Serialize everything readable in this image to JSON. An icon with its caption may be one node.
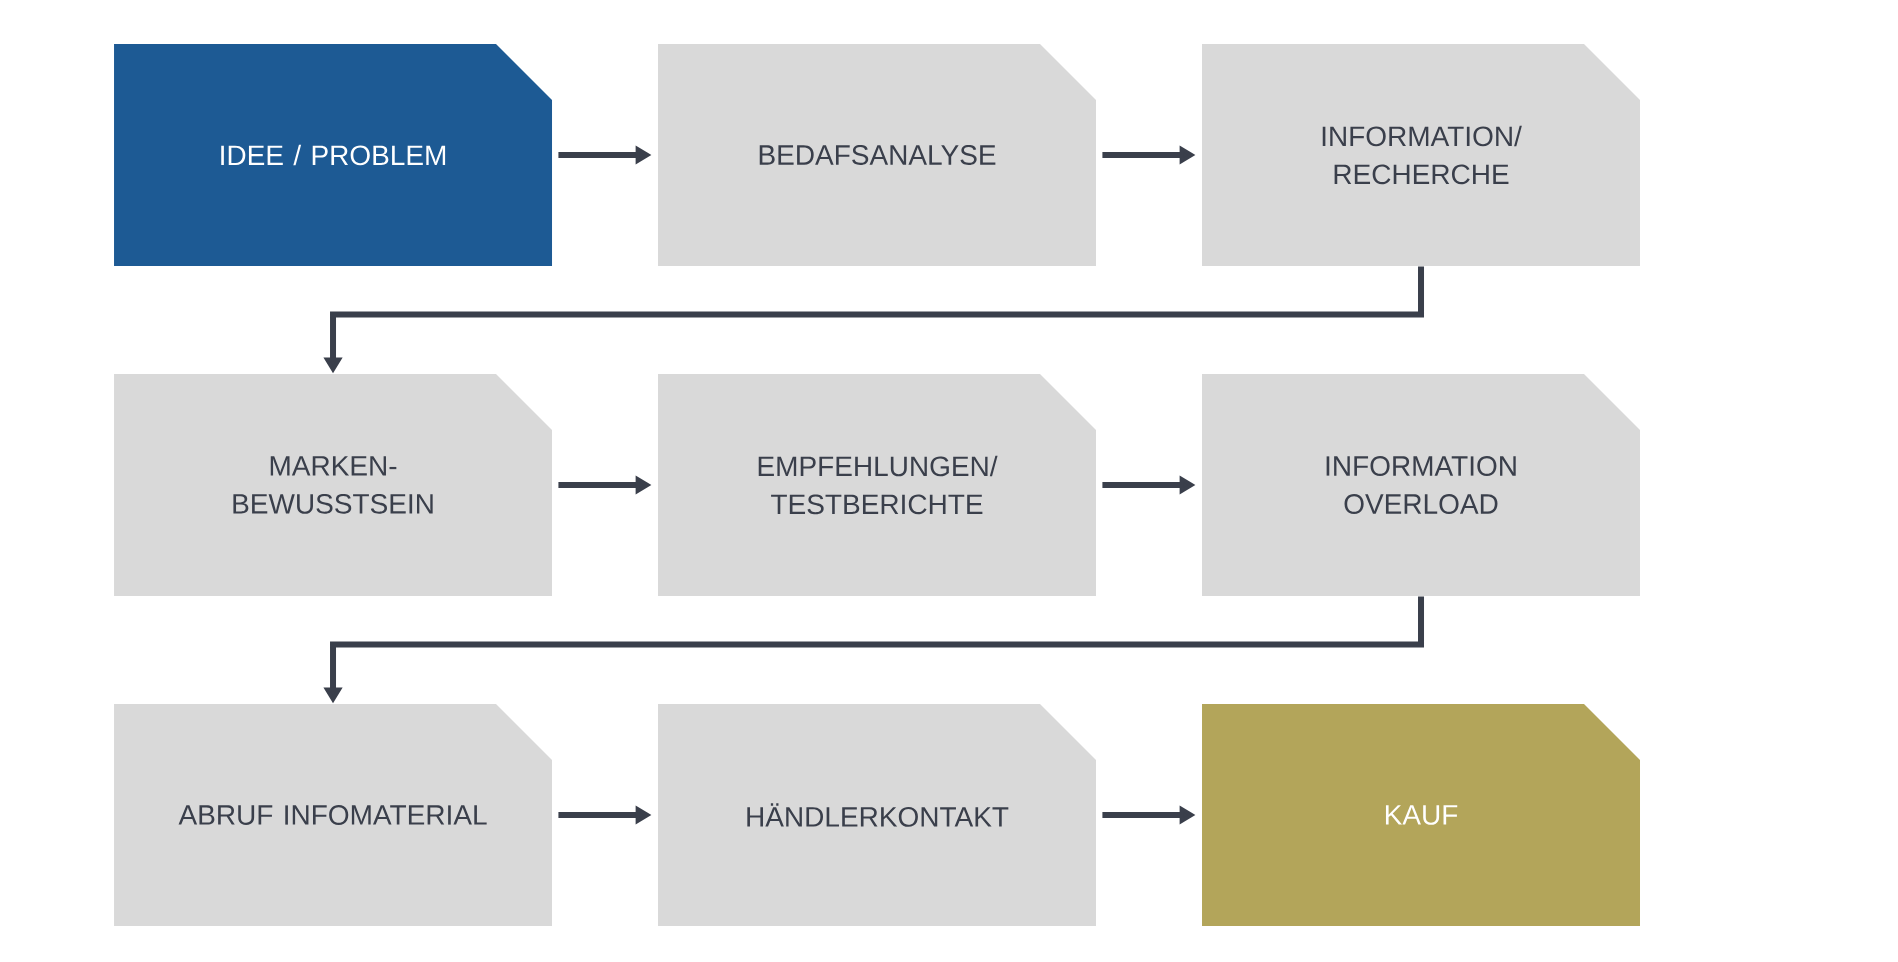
{
  "diagram": {
    "nodes": [
      {
        "text": [
          "IDEE / PROBLEM"
        ]
      },
      {
        "text": [
          "BEDAFSANALYSE"
        ]
      },
      {
        "text": [
          "INFORMATION/ RECHERCHE"
        ]
      },
      {
        "text": [
          "MARKEN- BEWUSSTSEIN"
        ]
      },
      {
        "text": [
          "EMPFEHLUNGEN/ TESTBERICHTE"
        ]
      },
      {
        "text": [
          "INFORMATION OVERLOAD"
        ]
      },
      {
        "text": [
          "ABRUF INFOMATERIAL"
        ]
      },
      {
        "text": [
          "HÄNDLERKONTAKT"
        ]
      },
      {
        "text": [
          "KAUF"
        ]
      }
    ],
    "edges": [
      {
        "from": 0,
        "to": 1,
        "arrow": "to"
      },
      {
        "from": 1,
        "to": 2,
        "arrow": "to"
      },
      {
        "from": 2,
        "to": 3,
        "arrow": "to"
      },
      {
        "from": 3,
        "to": 4,
        "arrow": "to"
      },
      {
        "from": 4,
        "to": 5,
        "arrow": "to"
      },
      {
        "from": 5,
        "to": 6,
        "arrow": "to"
      },
      {
        "from": 6,
        "to": 7,
        "arrow": "to"
      },
      {
        "from": 7,
        "to": 8,
        "arrow": "to"
      }
    ]
  }
}
